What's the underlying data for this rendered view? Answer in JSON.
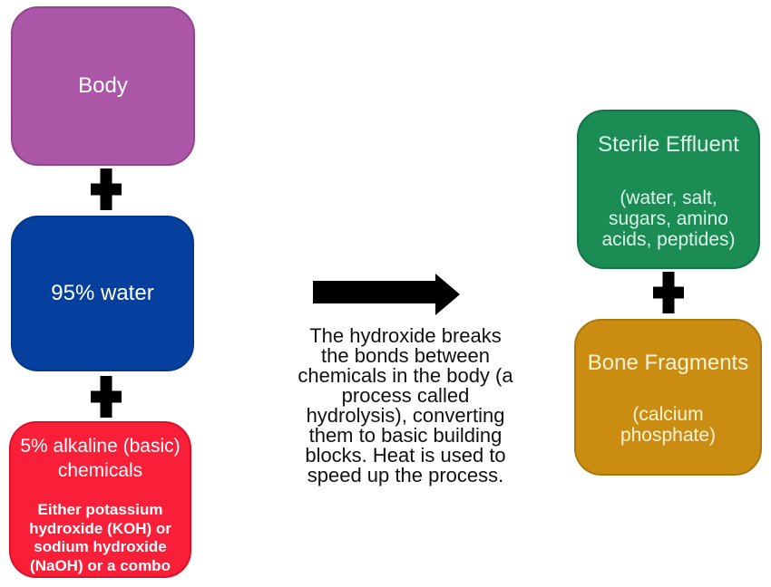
{
  "diagram": {
    "inputs": {
      "body": {
        "label": "Body",
        "color": "#ac56a7"
      },
      "water": {
        "label": "95% water",
        "color": "#05409e"
      },
      "chemicals": {
        "title": "5% alkaline (basic) chemicals",
        "detail": "Either potassium hydroxide (KOH) or sodium hydroxide (NaOH) or a combo",
        "color": "#f91f38"
      }
    },
    "process": {
      "description": "The hydroxide breaks the bonds between chemicals in the body (a process called hydrolysis), converting them to basic building blocks. Heat is used to speed up the process.",
      "arrow_color": "#000000",
      "text_color": "#111111"
    },
    "outputs": {
      "effluent": {
        "title": "Sterile Effluent",
        "detail": "(water, salt, sugars, amino acids, peptides)",
        "color": "#1a8c54"
      },
      "bone": {
        "title": "Bone Fragments",
        "detail": "(calcium phosphate)",
        "color": "#ca8d12"
      }
    },
    "icons": {
      "plus": "plus-cross",
      "arrow": "right-block-arrow"
    },
    "plus_color": "#000000"
  }
}
